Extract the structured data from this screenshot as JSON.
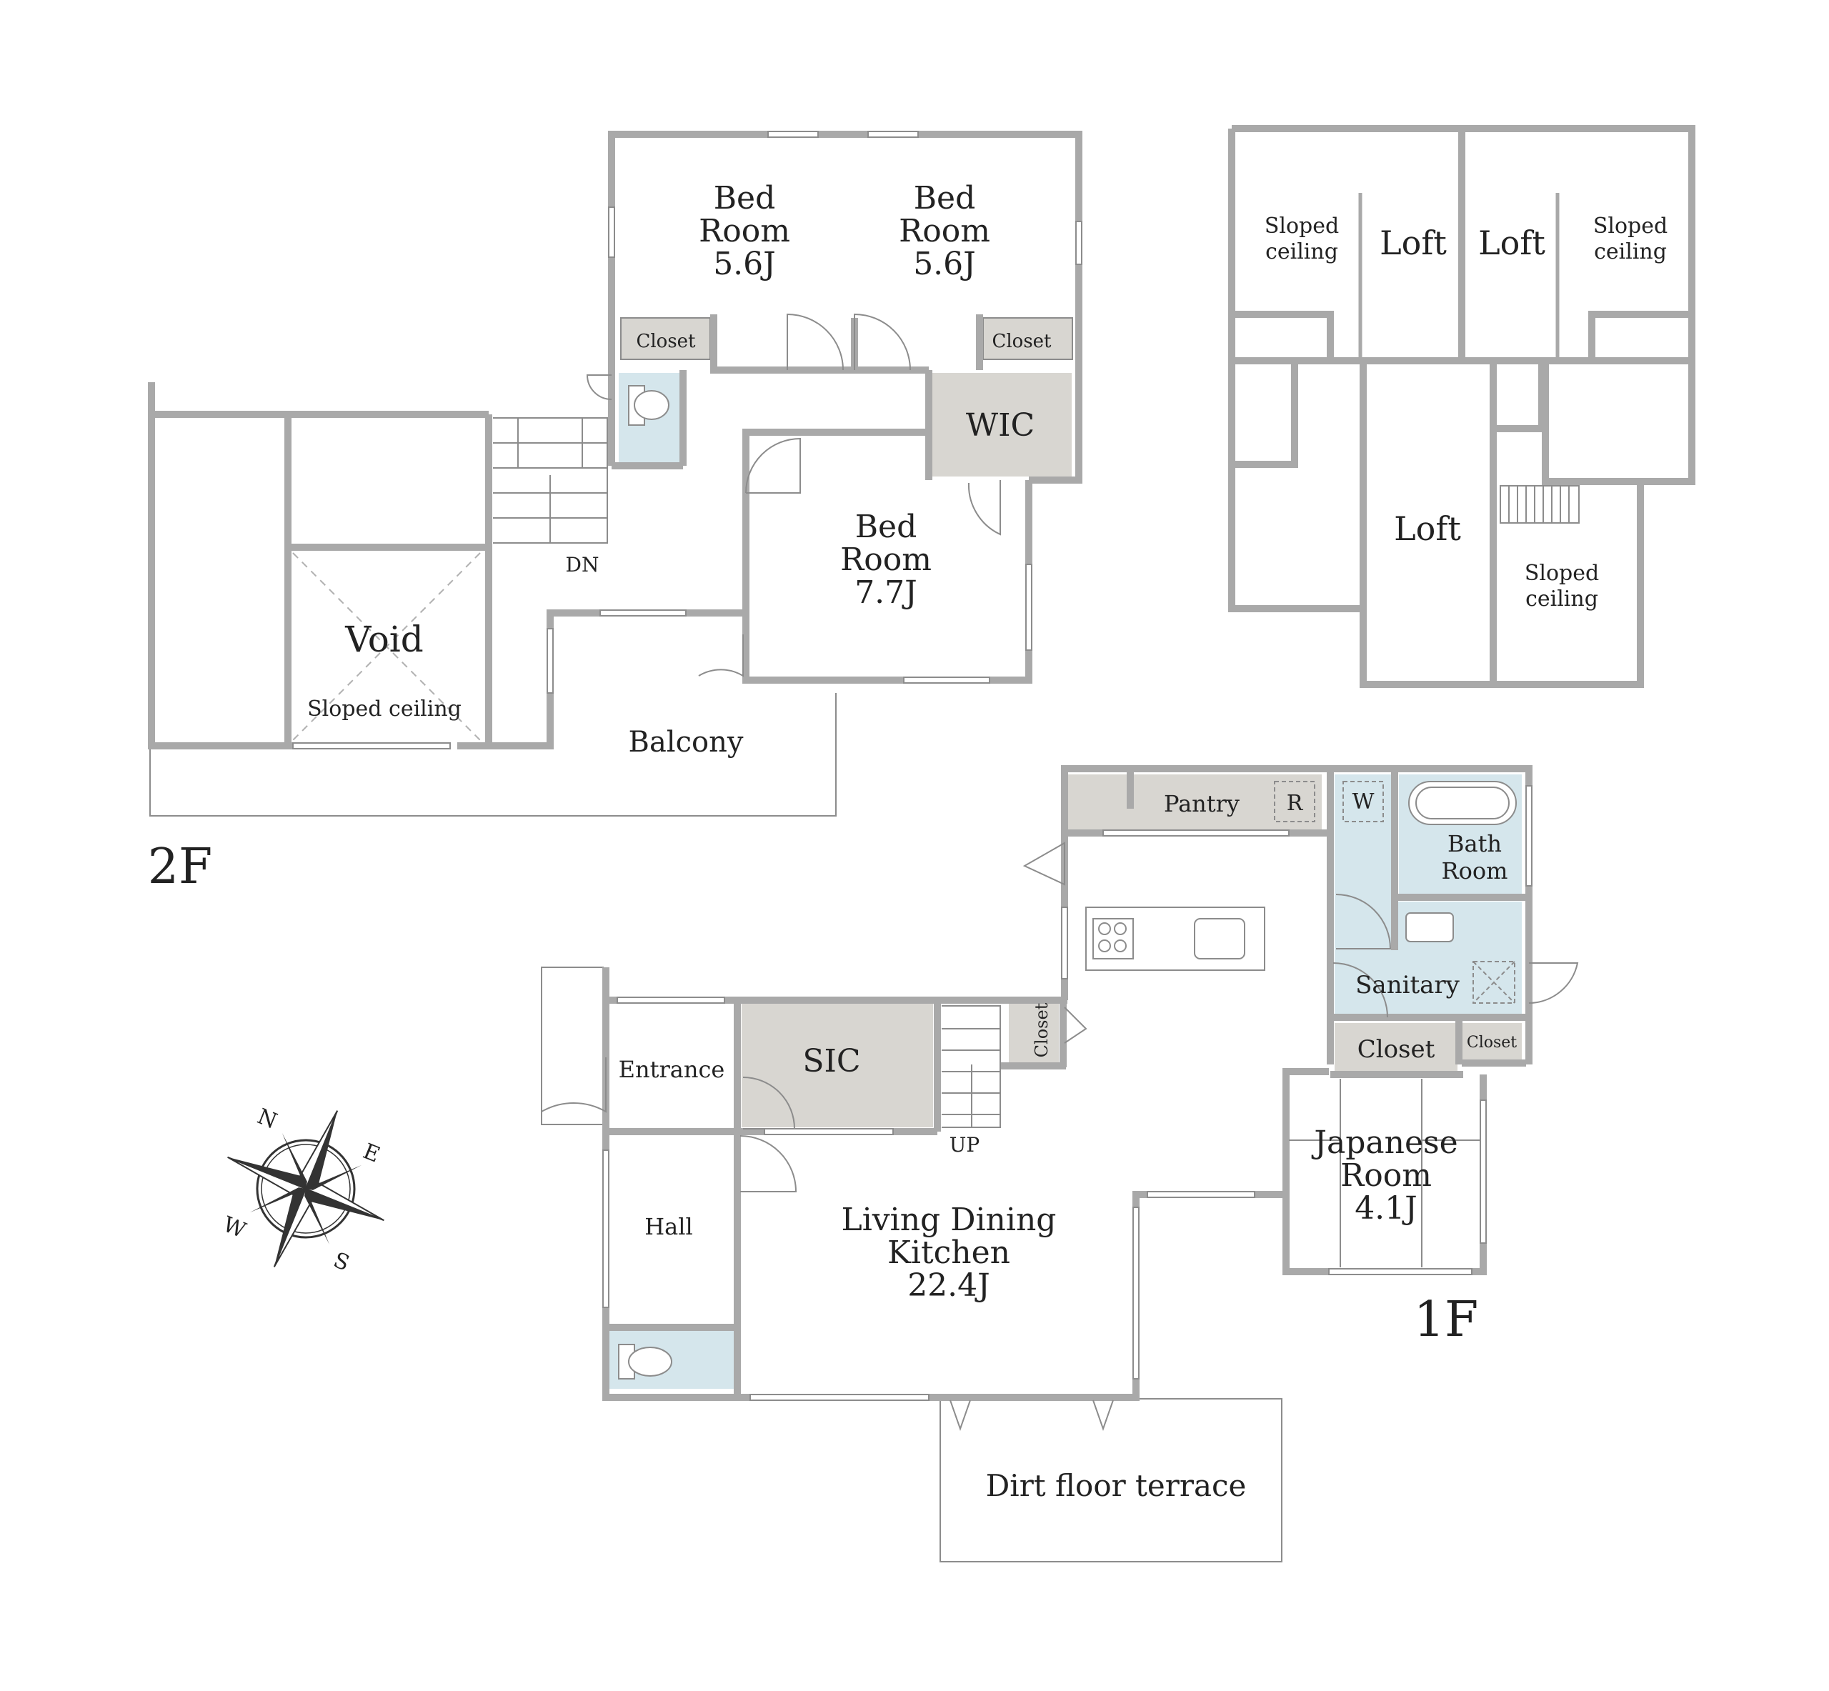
{
  "floor_labels": {
    "second": "2F",
    "first": "1F"
  },
  "colors": {
    "wall": "#a9a9a9",
    "storage_fill": "#d8d6d1",
    "wet_fill": "#d5e6ec",
    "text": "#222222",
    "outline": "#8c8c8c"
  },
  "rooms_2f": {
    "bedroom_a": {
      "line1": "Bed",
      "line2": "Room",
      "size": "5.6J"
    },
    "bedroom_b": {
      "line1": "Bed",
      "line2": "Room",
      "size": "5.6J"
    },
    "bedroom_c": {
      "line1": "Bed",
      "line2": "Room",
      "size": "7.7J"
    },
    "closet_a": "Closet",
    "closet_b": "Closet",
    "wic": "WIC",
    "void": "Void",
    "void_note": "Sloped ceiling",
    "balcony": "Balcony",
    "stairs": "DN"
  },
  "rooms_loft": {
    "loft_a": "Loft",
    "loft_b": "Loft",
    "loft_c": "Loft",
    "sloped_a": {
      "line1": "Sloped",
      "line2": "ceiling"
    },
    "sloped_b": {
      "line1": "Sloped",
      "line2": "ceiling"
    },
    "sloped_c": {
      "line1": "Sloped",
      "line2": "ceiling"
    }
  },
  "rooms_1f": {
    "pantry": "Pantry",
    "fridge": "R",
    "washer": "W",
    "bath": {
      "line1": "Bath",
      "line2": "Room"
    },
    "sanitary": "Sanitary",
    "closet_a": "Closet",
    "closet_b": "Closet",
    "closet_c": "Closet",
    "entrance": "Entrance",
    "sic": "SIC",
    "stairs": "UP",
    "hall": "Hall",
    "ldk": {
      "line1": "Living Dining",
      "line2": "Kitchen",
      "size": "22.4J"
    },
    "japanese": {
      "line1": "Japanese",
      "line2": "Room",
      "size": "4.1J"
    },
    "terrace": "Dirt floor terrace"
  },
  "compass": {
    "n": "N",
    "e": "E",
    "s": "S",
    "w": "W"
  }
}
